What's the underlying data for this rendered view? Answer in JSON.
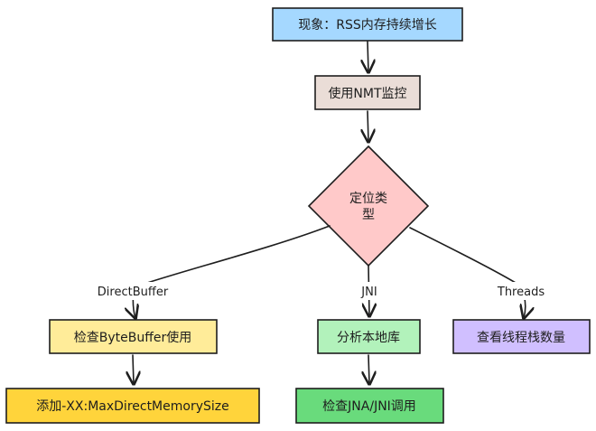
{
  "nodes": {
    "symptom": "现象：RSS内存持续增长",
    "nmt": "使用NMT监控",
    "locate_line1": "定位类",
    "locate_line2": "型",
    "check_bytebuffer": "检查ByteBuffer使用",
    "add_flag": "添加-XX:MaxDirectMemorySize",
    "analyze_native": "分析本地库",
    "check_jna": "检查JNA/JNI调用",
    "check_threads": "查看线程栈数量"
  },
  "edges": {
    "direct_buffer": "DirectBuffer",
    "jni": "JNI",
    "threads": "Threads"
  },
  "colors": {
    "symptom": "#a5d8ff",
    "nmt": "#eaddd7",
    "decision": "#ffc9c9",
    "check_bytebuffer": "#ffec99",
    "add_flag": "#ffd43b",
    "analyze_native": "#b2f2bb",
    "check_jna": "#69db7c",
    "check_threads": "#d0bfff"
  }
}
